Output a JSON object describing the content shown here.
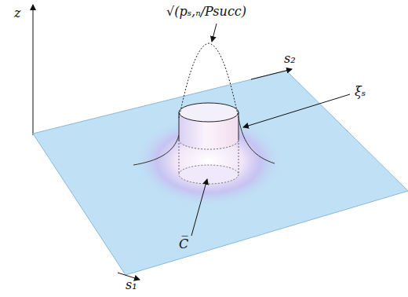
{
  "diagram": {
    "labels": [
      "z",
      "s₁",
      "s₂",
      "√(pₛ,ₙ/Psucc)",
      "ξₛ",
      "C̅"
    ]
  }
}
